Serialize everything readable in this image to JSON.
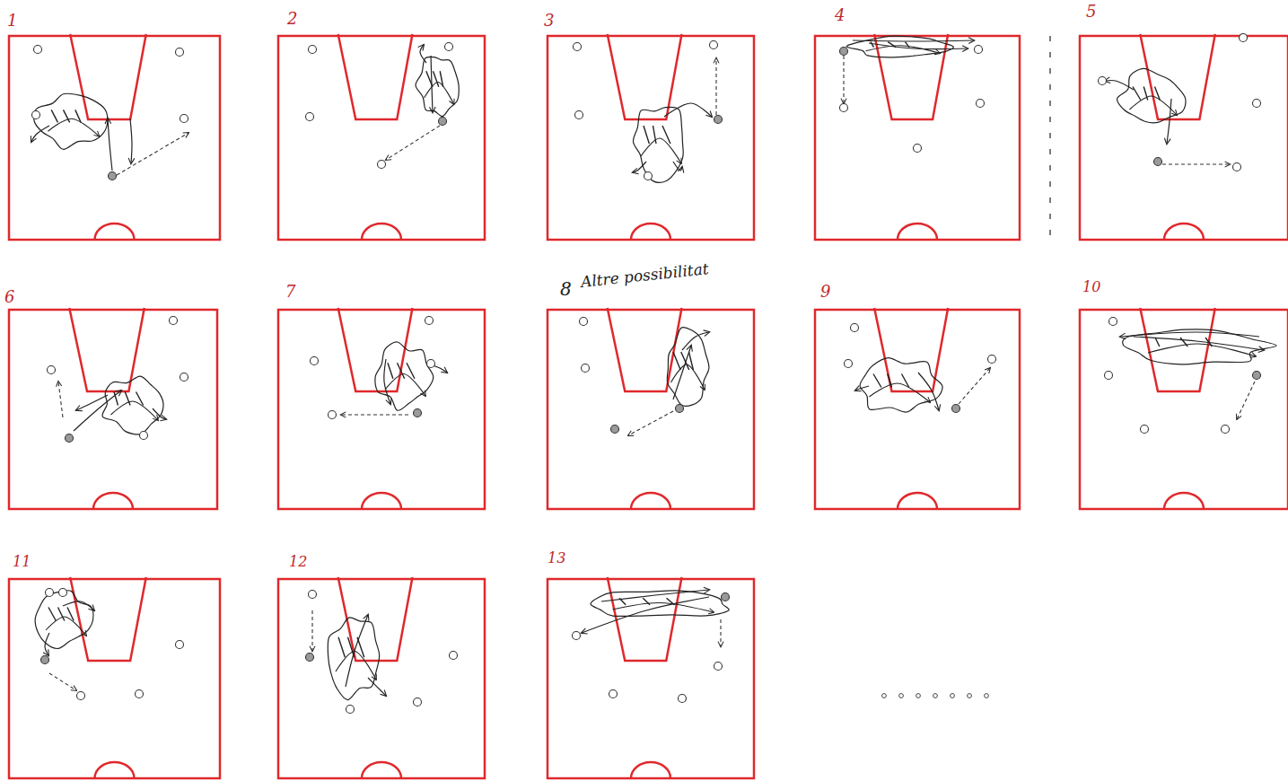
{
  "diagram": {
    "labels": [
      "1",
      "2",
      "3",
      "4",
      "5",
      "6",
      "7",
      "8",
      "Altre possibilitat",
      "9",
      "10",
      "11",
      "12",
      "13"
    ]
  }
}
